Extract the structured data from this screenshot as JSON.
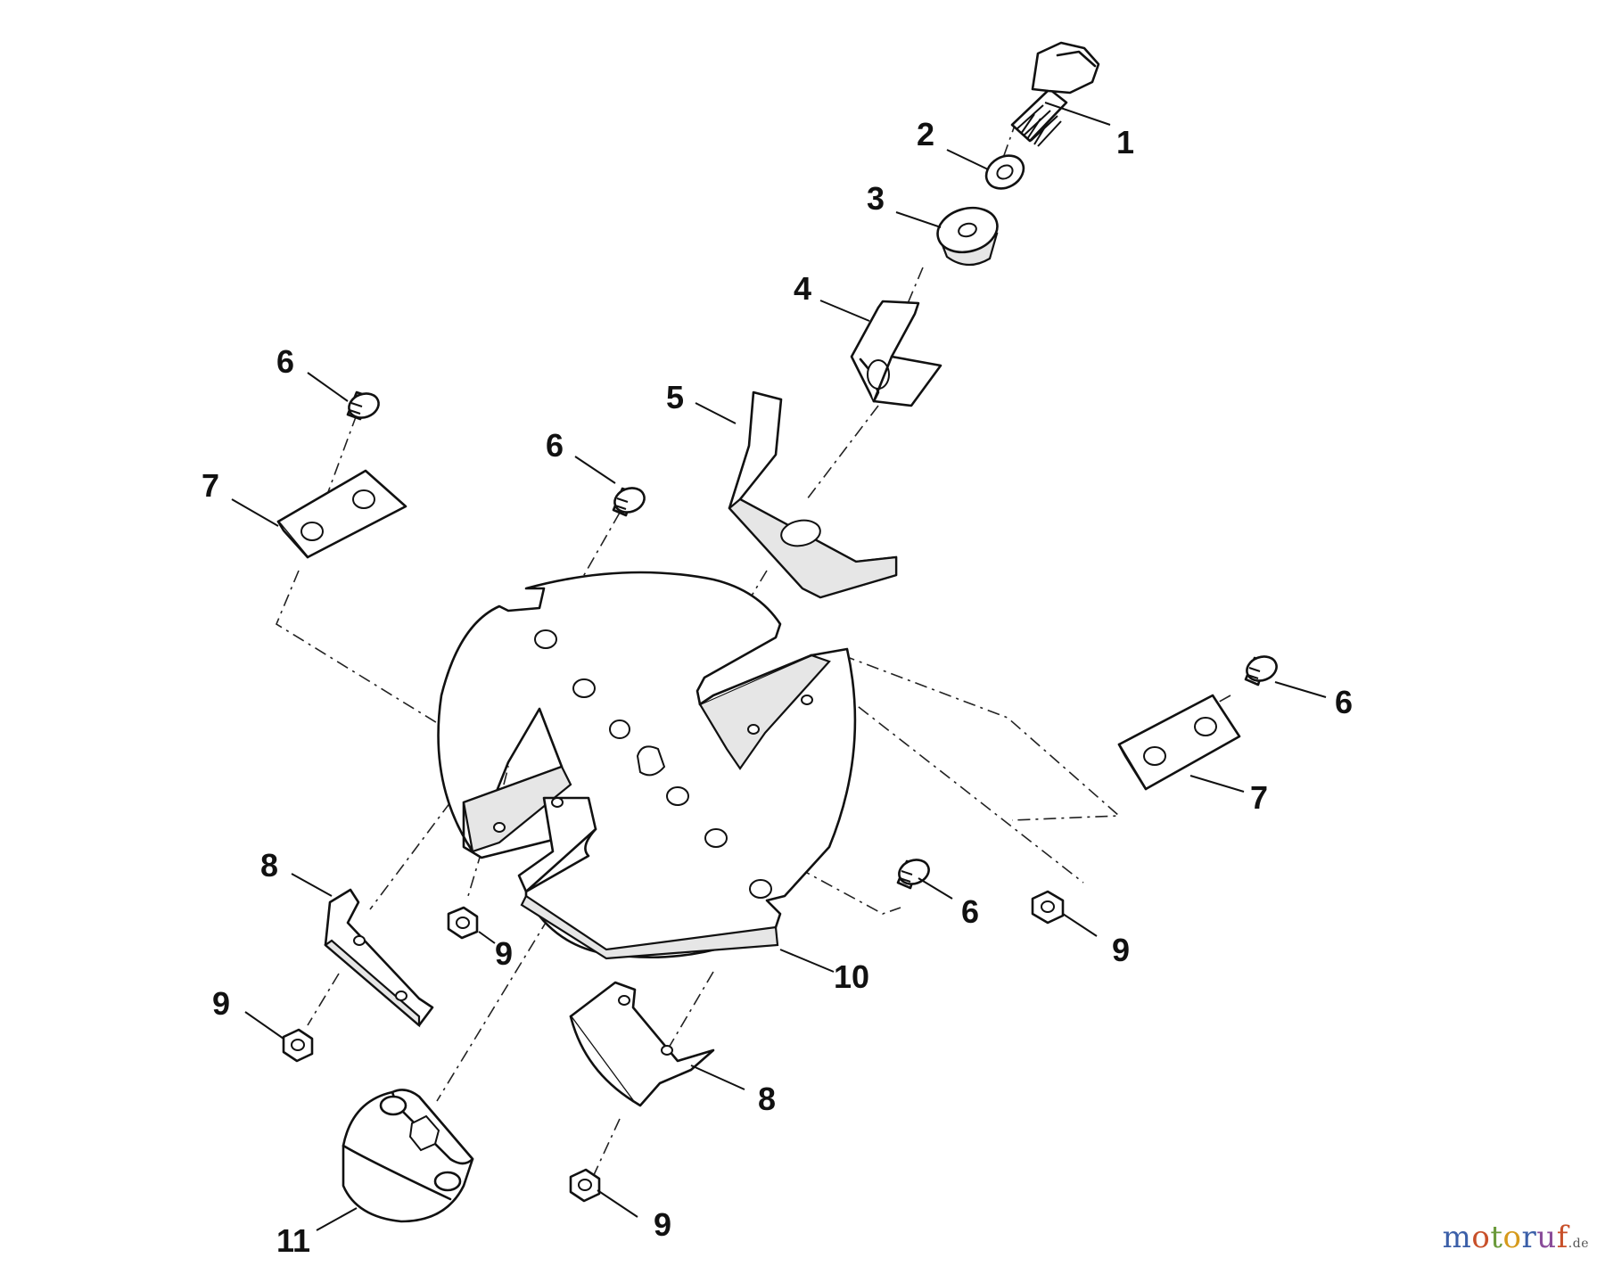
{
  "diagram": {
    "callouts": {
      "c1": "1",
      "c2": "2",
      "c3": "3",
      "c4": "4",
      "c5": "5",
      "c6a": "6",
      "c6b": "6",
      "c6c": "6",
      "c6d": "6",
      "c7a": "7",
      "c7b": "7",
      "c8a": "8",
      "c8b": "8",
      "c9a": "9",
      "c9b": "9",
      "c9c": "9",
      "c9d": "9",
      "c10": "10",
      "c11": "11"
    }
  },
  "logo": {
    "m": "m",
    "o1": "o",
    "t": "t",
    "o2": "o",
    "r": "r",
    "u": "u",
    "f": "f",
    "de": ".de"
  }
}
